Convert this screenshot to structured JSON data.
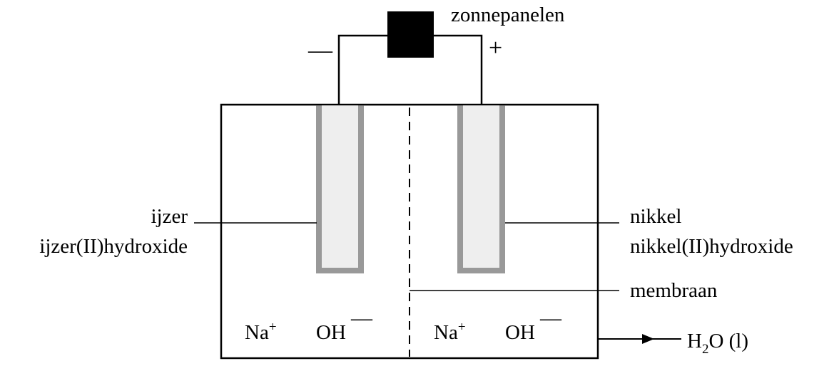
{
  "diagram": {
    "labels": {
      "power_source": "zonnepanelen",
      "minus_sign": "—",
      "plus_sign": "+",
      "left_electrode_line1": "ijzer",
      "left_electrode_line2": "ijzer(II)hydroxide",
      "right_electrode_line1": "nikkel",
      "right_electrode_line2": "nikkel(II)hydroxide",
      "membrane": "membraan"
    },
    "left_compartment": {
      "cation": "Na",
      "cation_charge": "+",
      "anion": "OH",
      "anion_charge": "—"
    },
    "right_compartment": {
      "cation": "Na",
      "cation_charge": "+",
      "anion": "OH",
      "anion_charge": "—"
    },
    "output": {
      "formula_main": "H",
      "formula_subscript": "2",
      "formula_rest": "O (l)"
    },
    "colors": {
      "line": "#000000",
      "electrode_border": "#999999",
      "electrode_fill": "#eeeeee",
      "power_source": "#000000"
    }
  }
}
